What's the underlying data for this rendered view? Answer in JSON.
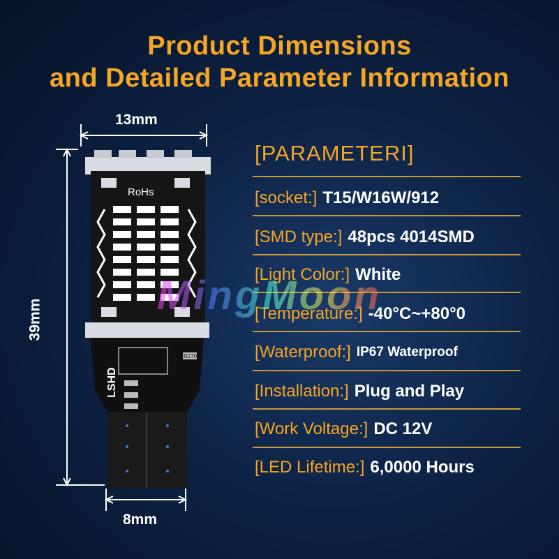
{
  "title": {
    "line1": "Product Dimensions",
    "line2": "and Detailed Parameter Information"
  },
  "dimensions": {
    "width_top": "13mm",
    "height": "39mm",
    "width_bottom": "8mm"
  },
  "bulb": {
    "rohs": "RoHs",
    "brand": "LSHD",
    "resistor": "R270"
  },
  "watermark": "MingMoon",
  "parameters": {
    "header": "[PARAMETERI]",
    "rows": [
      {
        "key": "[socket:]",
        "value": "T15/W16W/912"
      },
      {
        "key": "[SMD type:]",
        "value": "48pcs 4014SMD"
      },
      {
        "key": "[Light Color:]",
        "value": "White"
      },
      {
        "key": "[Temperature:]",
        "value": "-40°C~+80°0"
      },
      {
        "key": "[Waterproof:]",
        "value": "IP67 Waterproof"
      },
      {
        "key": "[Installation:]",
        "value": "Plug and Play"
      },
      {
        "key": "[Work Voltage:]",
        "value": "DC 12V"
      },
      {
        "key": "[LED Lifetime:]",
        "value": "6,0000 Hours"
      }
    ]
  },
  "colors": {
    "accent": "#f5a623",
    "background": "#0d2244",
    "text": "#ffffff"
  }
}
